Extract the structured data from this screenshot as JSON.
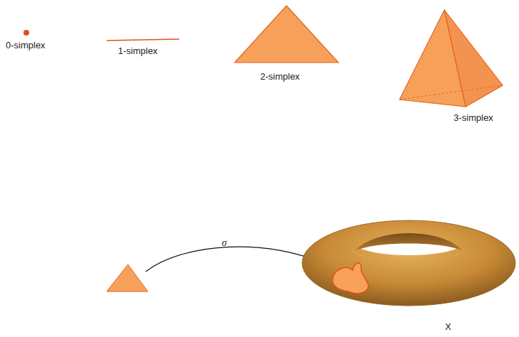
{
  "diagram": {
    "labels": [
      "0-simplex",
      "1-simplex",
      "2-simplex",
      "3-simplex",
      "σ",
      "X"
    ]
  }
}
